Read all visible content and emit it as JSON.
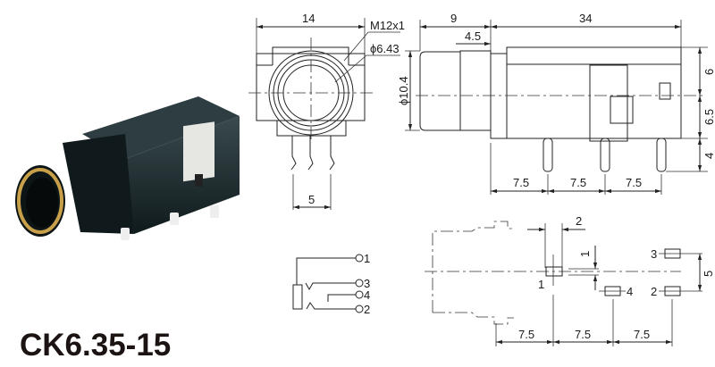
{
  "title": "CK6.35-15",
  "front_view": {
    "width": "14",
    "thread": "M12x1",
    "bore": "ϕ6.43",
    "pin_pitch": "5"
  },
  "side_view": {
    "nose": "9",
    "nose_inner": "4.5",
    "body": "34",
    "diameter": "ϕ10.4",
    "height_top": "6",
    "height_mid": "6.5",
    "pin_len": "4",
    "pitch": [
      "7.5",
      "7.5",
      "7.5"
    ]
  },
  "schematic": {
    "pins": [
      "1",
      "3",
      "4",
      "2"
    ]
  },
  "pcb_layout": {
    "pad_width": "2",
    "pad_offset": "1",
    "pad_row": "5",
    "pads": [
      "1",
      "4",
      "3",
      "2"
    ],
    "pitch": [
      "7.5",
      "7.5",
      "7.5"
    ]
  },
  "colors": {
    "body": "#1b2a2e",
    "gold": "#c9a04a",
    "metal": "#e8e8e6"
  }
}
